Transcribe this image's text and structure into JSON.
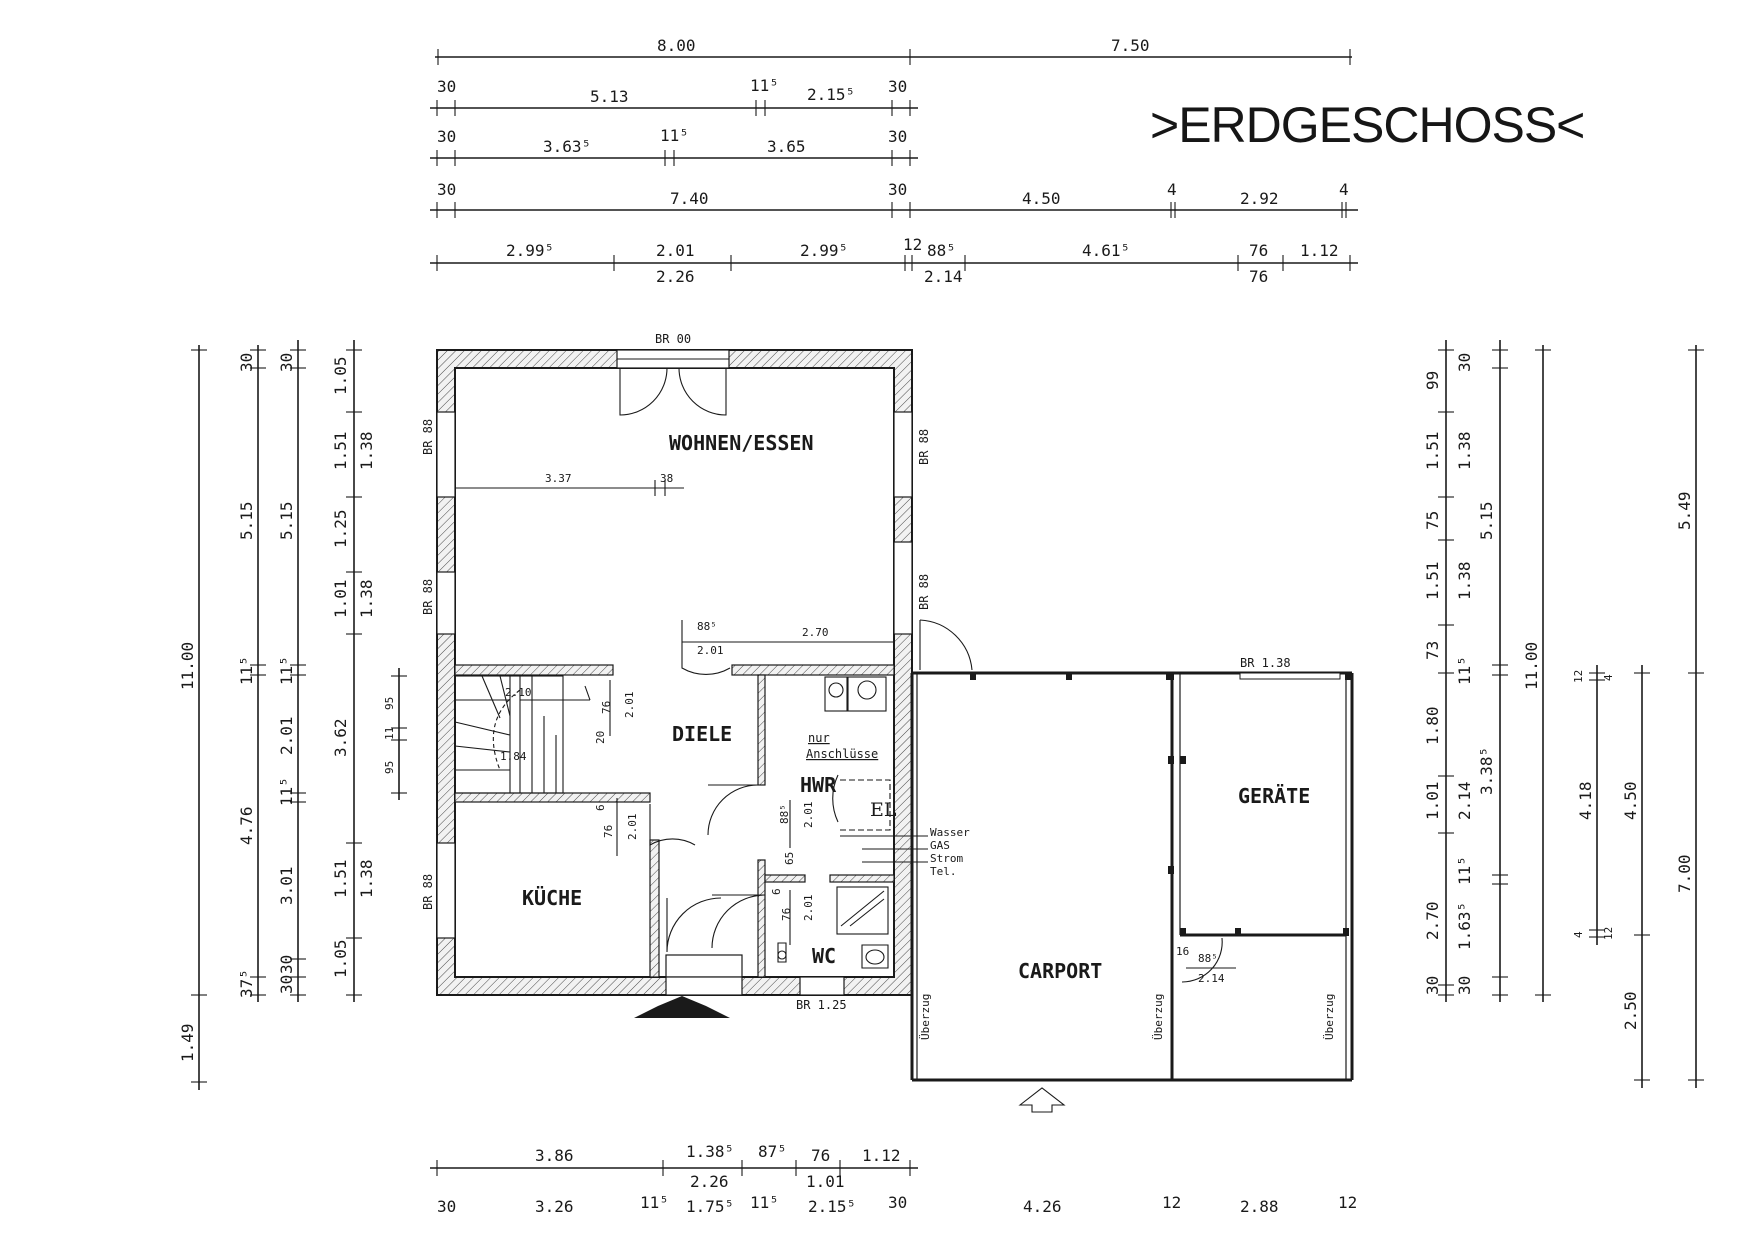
{
  "title": ">ERDGESCHOSS<",
  "rooms": {
    "wohnen_essen": "WOHNEN/ESSEN",
    "diele": "DIELE",
    "kueche": "KÜCHE",
    "hwr": "HWR",
    "wc": "WC",
    "carport": "CARPORT",
    "geraete": "GERÄTE",
    "el": "EL"
  },
  "notes": {
    "nur": "nur",
    "anschluesse": "Anschlüsse",
    "wasser": "Wasser",
    "gas": "GAS",
    "strom": "Strom",
    "tel": "Tel.",
    "ueberzug": "Überzug"
  },
  "openings": {
    "br00": "BR 00",
    "br88": "BR 88",
    "br138": "BR 1.38",
    "br125": "BR 1.25"
  },
  "top_dims": {
    "r1": [
      "8.00",
      "7.50"
    ],
    "r2": [
      "30",
      "5.13",
      "11⁵",
      "2.15⁵",
      "30"
    ],
    "r3": [
      "30",
      "3.63⁵",
      "11⁵",
      "3.65",
      "30"
    ],
    "r4": [
      "30",
      "7.40",
      "30",
      "4.50",
      "4",
      "2.92",
      "4"
    ],
    "r5": [
      "2.99⁵",
      "2.01",
      "2.99⁵",
      "12",
      "88⁵",
      "4.61⁵",
      "76",
      "1.12"
    ],
    "r5b": [
      "2.26",
      "2.14",
      "76"
    ]
  },
  "bottom_dims": {
    "r1": [
      "3.86",
      "1.38⁵",
      "87⁵",
      "76",
      "1.12"
    ],
    "r1b": [
      "2.26",
      "1.01"
    ],
    "r2": [
      "30",
      "3.26",
      "11⁵",
      "1.75⁵",
      "11⁵",
      "2.15⁵",
      "30",
      "4.26",
      "12",
      "2.88",
      "12"
    ]
  },
  "left_dims": {
    "c1": [
      "11.00",
      "1.49"
    ],
    "c2": [
      "30",
      "5.15",
      "11⁵",
      "4.76",
      "37⁵"
    ],
    "c3": [
      "30",
      "5.15",
      "11⁵",
      "2.01",
      "11⁵",
      "3.01",
      "30",
      "30"
    ],
    "c4": [
      "1.05",
      "1.51",
      "1.25",
      "1.01",
      "3.62",
      "1.51",
      "1.05"
    ],
    "c4b": [
      "1.38",
      "1.38",
      "1.38"
    ],
    "c5": [
      "95",
      "11",
      "95"
    ]
  },
  "right_dims": {
    "c1": [
      "99",
      "1.51",
      "75",
      "1.51",
      "73",
      "1.80",
      "1.01",
      "2.70",
      "30"
    ],
    "c2": [
      "30",
      "1.38",
      "5.15",
      "1.38",
      "11⁵",
      "2.14",
      "3.38⁵",
      "11⁵",
      "1.63⁵",
      "30"
    ],
    "c3": [
      "11.00"
    ],
    "c4": [
      "12",
      "4",
      "4.18",
      "4",
      "12"
    ],
    "c5": [
      "4.50",
      "2.50"
    ],
    "c6": [
      "5.49",
      "7.00"
    ]
  },
  "interior_dims": {
    "d1": "3.37",
    "d2": "38",
    "d3": "88⁵",
    "d4": "2.01",
    "d5": "2.70",
    "d6": "2.10",
    "d7": "76",
    "d8": "2.01",
    "d9": "20",
    "d10": "1.84",
    "d11": "6",
    "d12": "76",
    "d13": "2.01",
    "d14": "88⁵",
    "d15": "2.01",
    "d16": "65",
    "d17": "76",
    "d18": "2.01",
    "d19": "6",
    "d20": "16",
    "d21": "88⁵",
    "d22": "2.14"
  }
}
